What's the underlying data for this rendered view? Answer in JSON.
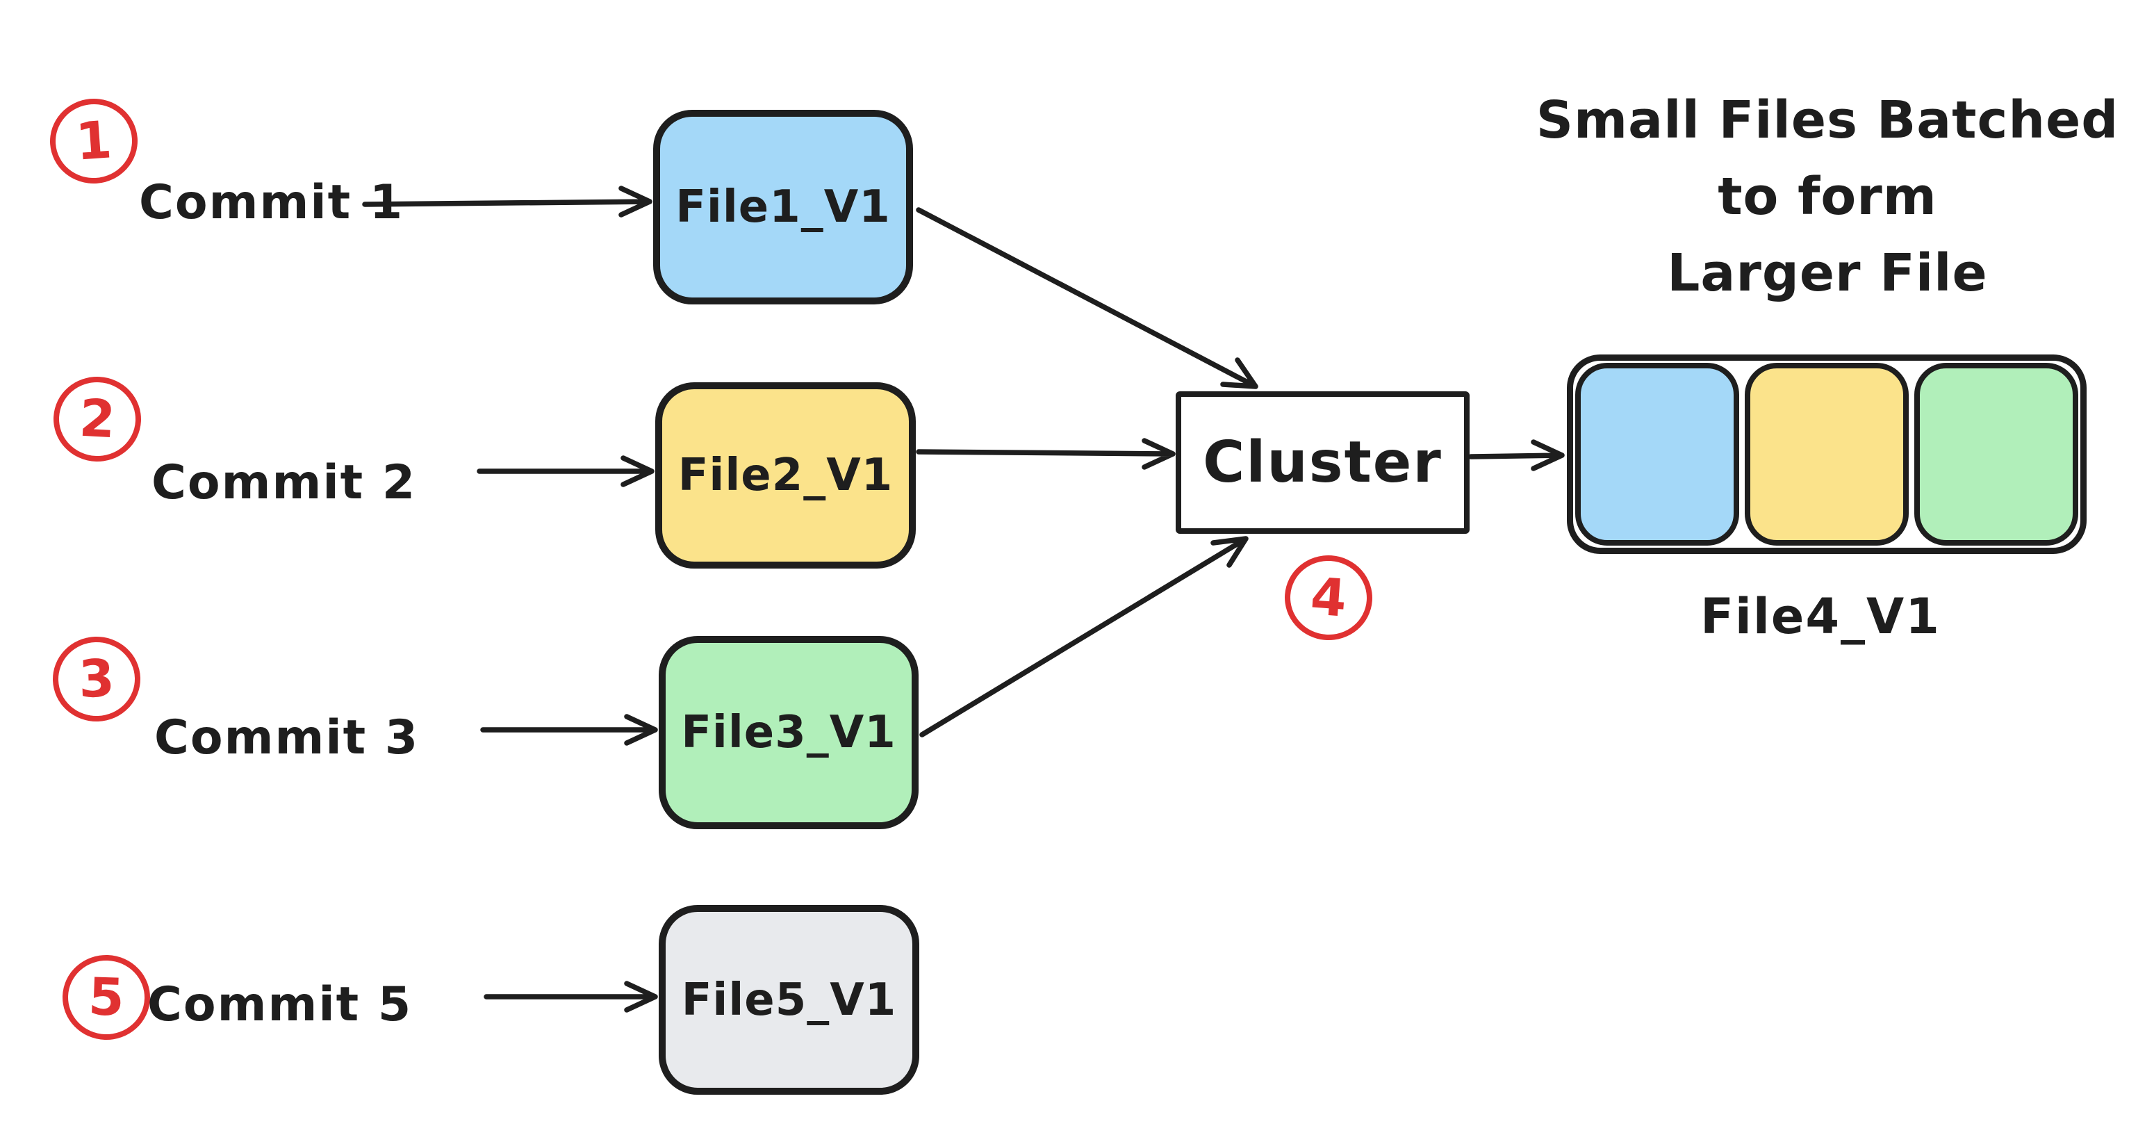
{
  "diagram": {
    "title_lines": {
      "0": "Small Files Batched",
      "1": "to form",
      "2": "Larger File"
    },
    "rows": [
      {
        "badge": "1",
        "commit_label": "Commit 1",
        "file_label": "File1_V1",
        "fill": "#a4d8f8",
        "color_name": "blue"
      },
      {
        "badge": "2",
        "commit_label": "Commit 2",
        "file_label": "File2_V1",
        "fill": "#fbe38b",
        "color_name": "yellow"
      },
      {
        "badge": "3",
        "commit_label": "Commit 3",
        "file_label": "File3_V1",
        "fill": "#b1efba",
        "color_name": "green"
      },
      {
        "badge": "5",
        "commit_label": "Commit 5",
        "file_label": "File5_V1",
        "fill": "#e8eaed",
        "color_name": "gray"
      }
    ],
    "cluster": {
      "label": "Cluster",
      "badge": "4"
    },
    "batched_file": {
      "label": "File4_V1",
      "segment_colors": [
        "#a4d8f8",
        "#fbe38b",
        "#b1efba"
      ]
    },
    "colors": {
      "stroke": "#1e1e1e",
      "accent_red": "#e03131",
      "background": "#ffffff"
    }
  }
}
